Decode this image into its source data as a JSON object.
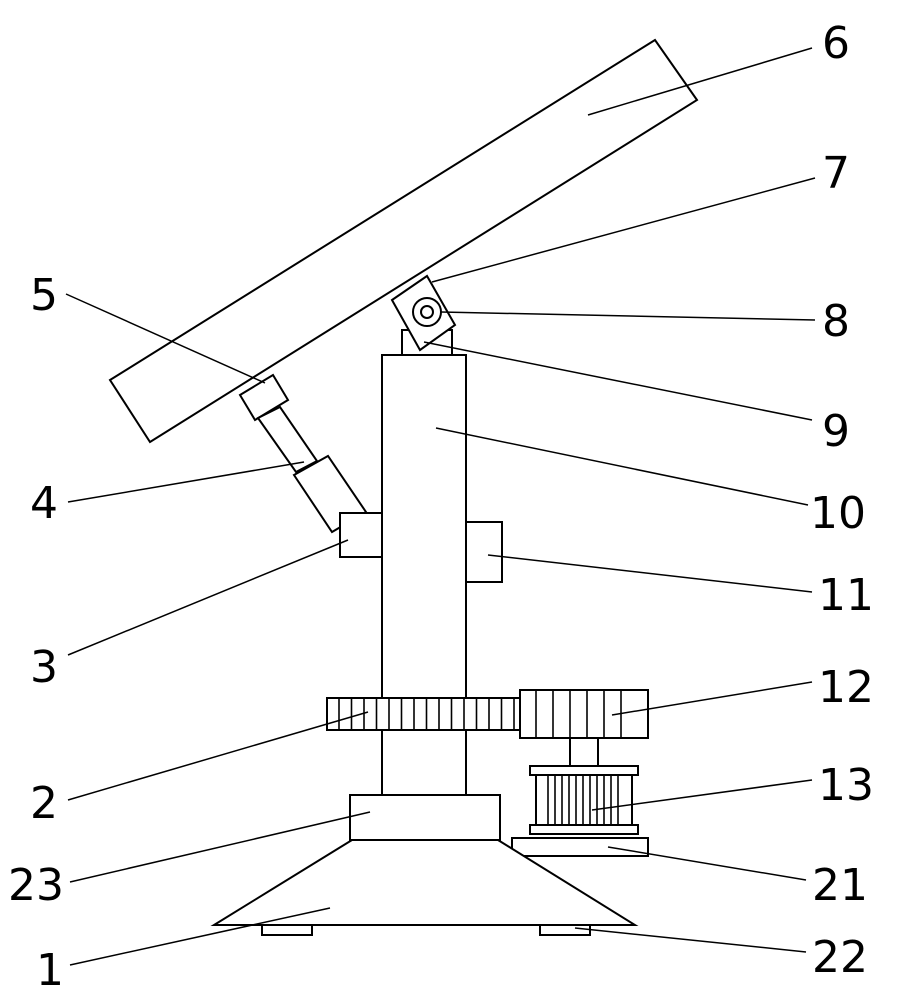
{
  "labels": {
    "l1": "1",
    "l2": "2",
    "l3": "3",
    "l4": "4",
    "l5": "5",
    "l6": "6",
    "l7": "7",
    "l8": "8",
    "l9": "9",
    "l10": "10",
    "l11": "11",
    "l12": "12",
    "l13": "13",
    "l21": "21",
    "l22": "22",
    "l23": "23"
  },
  "colors": {
    "line": "#000000",
    "background": "#ffffff"
  }
}
